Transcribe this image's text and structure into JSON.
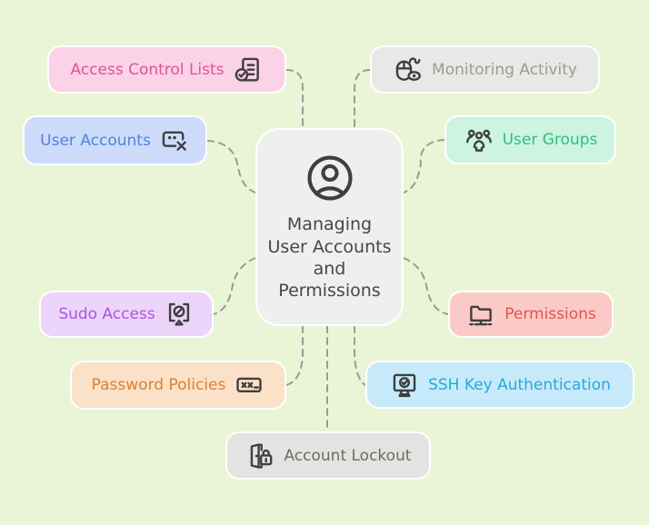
{
  "canvas": {
    "background": "#e9f5d6",
    "edge_color": "#9a9a9a",
    "edge_style": "dashed",
    "icon_color": "#3f3f3f"
  },
  "center": {
    "id": "central",
    "label": "Managing User Accounts and Permissions",
    "icon": "user-avatar-icon",
    "bg": "#efefed",
    "fg": "#474747"
  },
  "nodes": [
    {
      "id": "access-control-lists",
      "label": "Access Control Lists",
      "icon": "checklist-document-icon",
      "icon_side": "right",
      "bg": "#fbd2e6",
      "fg": "#de539b"
    },
    {
      "id": "monitoring-activity",
      "label": "Monitoring Activity",
      "icon": "mouse-eye-icon",
      "icon_side": "left",
      "bg": "#e8e8e6",
      "fg": "#9c9c96"
    },
    {
      "id": "user-accounts",
      "label": "User Accounts",
      "icon": "account-x-icon",
      "icon_side": "right",
      "bg": "#cddcfa",
      "fg": "#4c86da"
    },
    {
      "id": "user-groups",
      "label": "User Groups",
      "icon": "people-group-icon",
      "icon_side": "left",
      "bg": "#cdf3e1",
      "fg": "#2ec17e"
    },
    {
      "id": "sudo-access",
      "label": "Sudo Access",
      "icon": "monitor-block-icon",
      "icon_side": "right",
      "bg": "#ecd4fa",
      "fg": "#a958dc"
    },
    {
      "id": "permissions",
      "label": "Permissions",
      "icon": "folder-tree-icon",
      "icon_side": "left",
      "bg": "#fccac6",
      "fg": "#df564e"
    },
    {
      "id": "password-policies",
      "label": "Password Policies",
      "icon": "password-field-icon",
      "icon_side": "right",
      "bg": "#fbe1c7",
      "fg": "#da8134"
    },
    {
      "id": "ssh-key-authentication",
      "label": "SSH Key Authentication",
      "icon": "monitor-check-icon",
      "icon_side": "left",
      "bg": "#c6eafa",
      "fg": "#28a7db"
    },
    {
      "id": "account-lockout",
      "label": "Account Lockout",
      "icon": "door-lock-icon",
      "icon_side": "left",
      "bg": "#e3e3e1",
      "fg": "#6d6d65"
    }
  ],
  "edges": [
    {
      "from": "central",
      "to": "access-control-lists"
    },
    {
      "from": "central",
      "to": "monitoring-activity"
    },
    {
      "from": "central",
      "to": "user-accounts"
    },
    {
      "from": "central",
      "to": "user-groups"
    },
    {
      "from": "central",
      "to": "sudo-access"
    },
    {
      "from": "central",
      "to": "permissions"
    },
    {
      "from": "central",
      "to": "password-policies"
    },
    {
      "from": "central",
      "to": "ssh-key-authentication"
    },
    {
      "from": "central",
      "to": "account-lockout"
    }
  ]
}
